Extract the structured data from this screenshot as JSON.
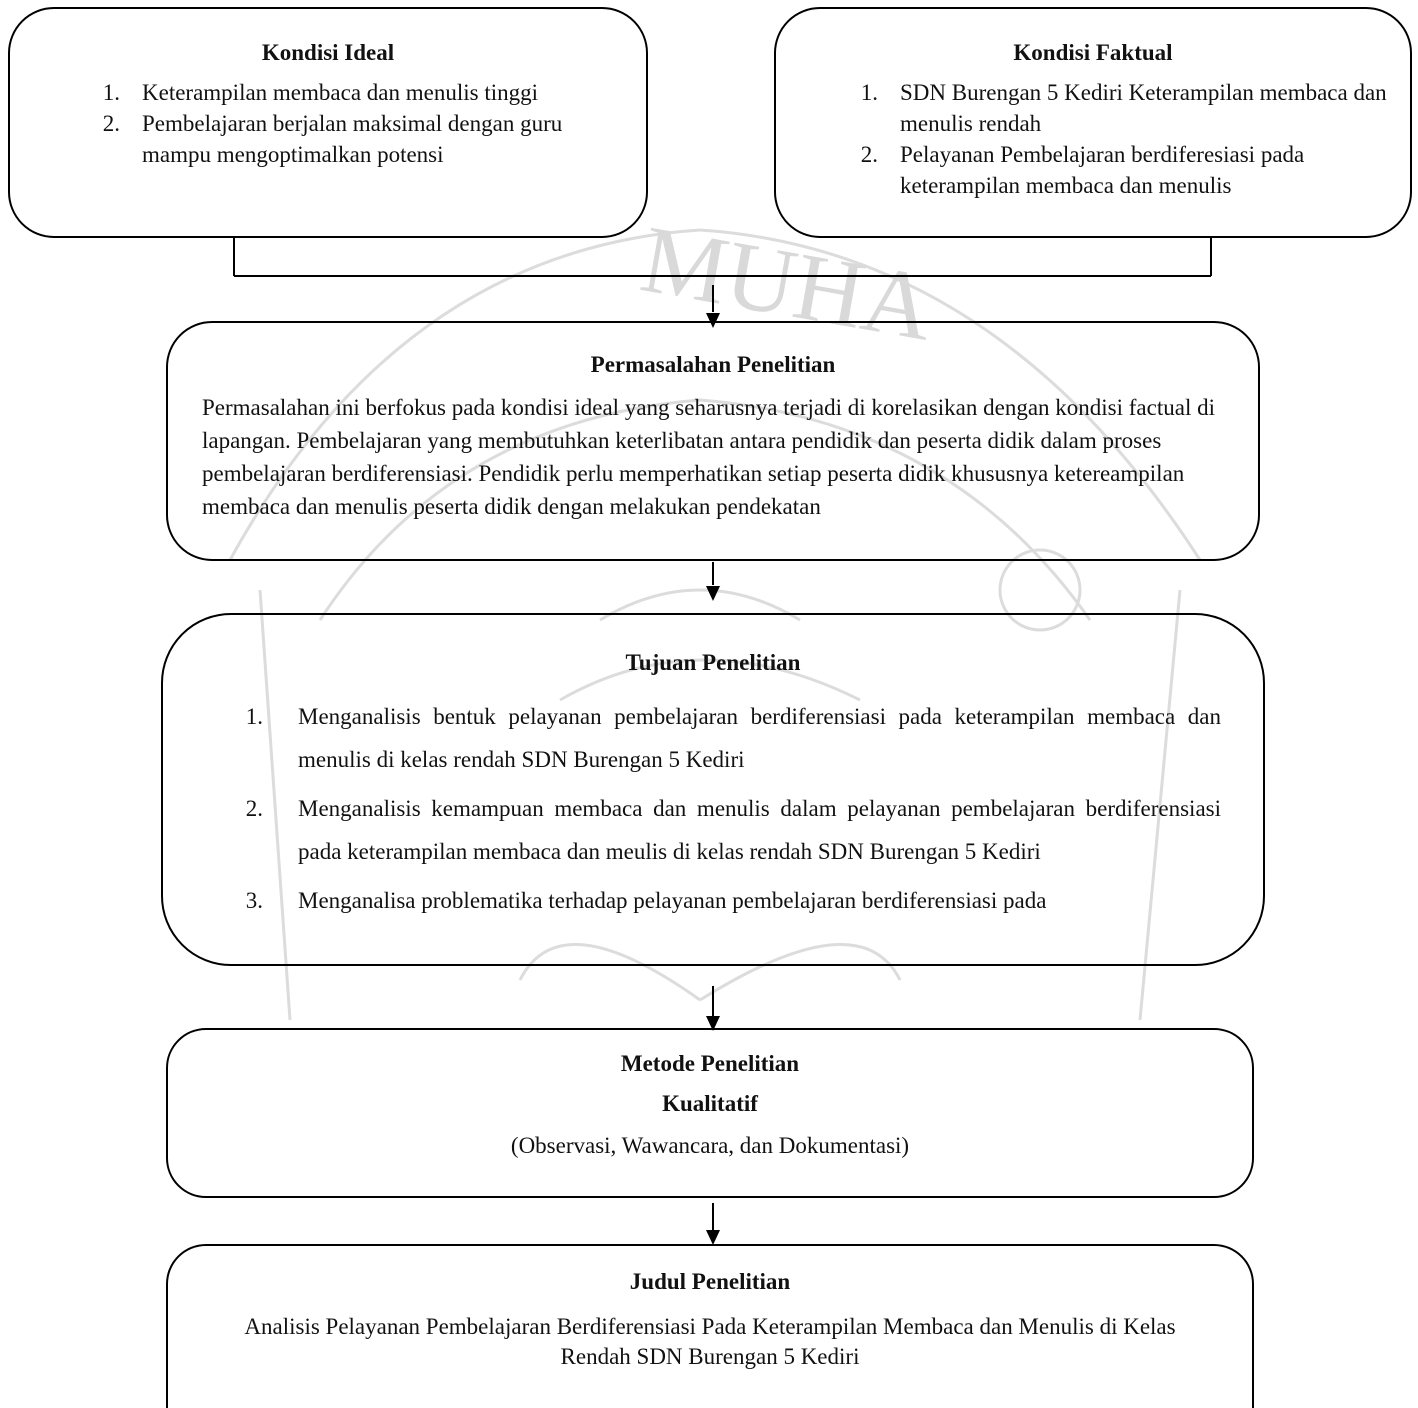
{
  "kondisi_ideal": {
    "title": "Kondisi Ideal",
    "items": [
      {
        "num": "1.",
        "text": "Keterampilan membaca dan menulis tinggi"
      },
      {
        "num": "2.",
        "text": "Pembelajaran berjalan maksimal dengan guru mampu mengoptimalkan potensi"
      }
    ]
  },
  "kondisi_faktual": {
    "title": "Kondisi Faktual",
    "items": [
      {
        "num": "1.",
        "text": "SDN Burengan 5 Kediri Keterampilan membaca dan menulis rendah"
      },
      {
        "num": "2.",
        "text": "Pelayanan Pembelajaran berdiferesiasi pada keterampilan membaca dan menulis"
      }
    ]
  },
  "permasalahan": {
    "title": "Permasalahan Penelitian",
    "text": "Permasalahan ini berfokus pada kondisi ideal yang seharusnya terjadi di korelasikan dengan kondisi factual di lapangan. Pembelajaran yang membutuhkan keterlibatan antara pendidik dan peserta didik dalam proses pembelajaran berdiferensiasi. Pendidik perlu memperhatikan setiap peserta didik khususnya ketereampilan membaca dan menulis peserta didik dengan melakukan pendekatan"
  },
  "tujuan": {
    "title": "Tujuan Penelitian",
    "items": [
      {
        "num": "1.",
        "text": "Menganalisis bentuk pelayanan pembelajaran berdiferensiasi pada keterampilan membaca dan menulis di kelas rendah SDN Burengan 5 Kediri"
      },
      {
        "num": "2.",
        "text": "Menganalisis kemampuan membaca dan menulis dalam pelayanan pembelajaran berdiferensiasi pada keterampilan membaca dan meulis di kelas rendah SDN Burengan 5 Kediri"
      },
      {
        "num": "3.",
        "text": "Menganalisa problematika terhadap pelayanan pembelajaran berdiferensiasi pada"
      }
    ]
  },
  "metode": {
    "title": "Metode Penelitian",
    "subtitle": "Kualitatif",
    "detail": "(Observasi, Wawancara, dan Dokumentasi)"
  },
  "judul": {
    "title": "Judul Penelitian",
    "text": "Analisis Pelayanan Pembelajaran Berdiferensiasi Pada Keterampilan Membaca dan Menulis di Kelas Rendah SDN Burengan 5 Kediri"
  },
  "watermark": {
    "text": "MUHA",
    "color": "#d9d9d9"
  }
}
